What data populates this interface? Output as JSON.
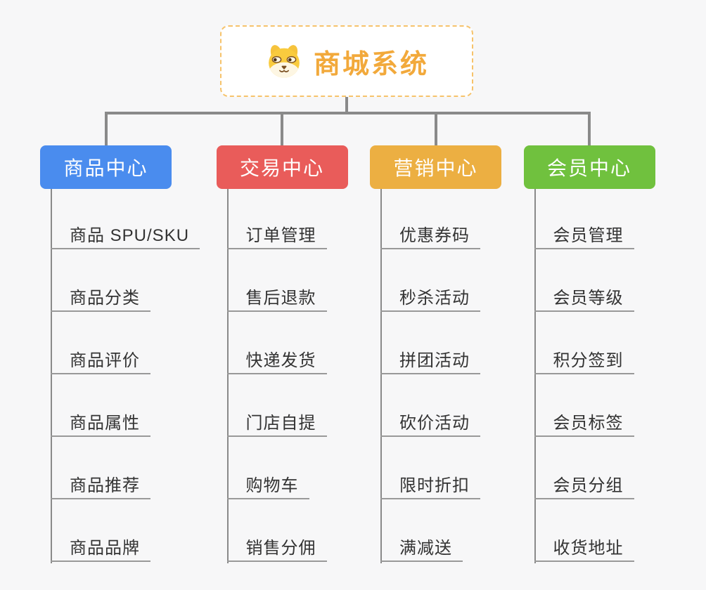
{
  "root": {
    "title": "商城系统",
    "icon": "dog-face-icon",
    "title_color": "#f2a93b",
    "border_color": "#f6c36b"
  },
  "colors": {
    "background": "#f7f7f8",
    "connector": "#8a8a8a",
    "underline": "#999999",
    "leaf_text": "#333333",
    "branch_text": "#ffffff"
  },
  "branches": [
    {
      "label": "商品中心",
      "color": "#4a8cee",
      "items": [
        {
          "label": "商品 SPU/SKU"
        },
        {
          "label": "商品分类"
        },
        {
          "label": "商品评价"
        },
        {
          "label": "商品属性"
        },
        {
          "label": "商品推荐"
        },
        {
          "label": "商品品牌"
        }
      ]
    },
    {
      "label": "交易中心",
      "color": "#e95c5a",
      "items": [
        {
          "label": "订单管理"
        },
        {
          "label": "售后退款"
        },
        {
          "label": "快递发货"
        },
        {
          "label": "门店自提"
        },
        {
          "label": "购物车"
        },
        {
          "label": "销售分佣"
        }
      ]
    },
    {
      "label": "营销中心",
      "color": "#ecaf42",
      "items": [
        {
          "label": "优惠券码"
        },
        {
          "label": "秒杀活动"
        },
        {
          "label": "拼团活动"
        },
        {
          "label": "砍价活动"
        },
        {
          "label": "限时折扣"
        },
        {
          "label": "满减送"
        }
      ]
    },
    {
      "label": "会员中心",
      "color": "#70c13e",
      "items": [
        {
          "label": "会员管理"
        },
        {
          "label": "会员等级"
        },
        {
          "label": "积分签到"
        },
        {
          "label": "会员标签"
        },
        {
          "label": "会员分组"
        },
        {
          "label": "收货地址"
        }
      ]
    }
  ]
}
